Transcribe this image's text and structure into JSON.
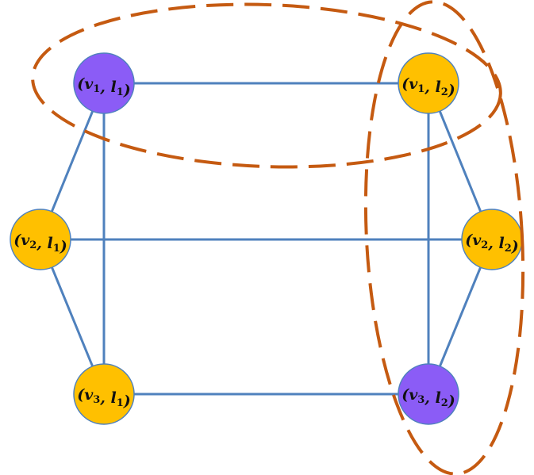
{
  "colors": {
    "edge": "#4f81bd",
    "ring": "#c55a11",
    "node_purple": "#8b5cf6",
    "node_gold": "#ffc000"
  },
  "nodes": [
    {
      "id": "v1l1",
      "var": "v",
      "vi": "1",
      "lbl": "l",
      "li": "1",
      "color": "purple"
    },
    {
      "id": "v1l2",
      "var": "v",
      "vi": "1",
      "lbl": "l",
      "li": "2",
      "color": "gold"
    },
    {
      "id": "v2l1",
      "var": "v",
      "vi": "2",
      "lbl": "l",
      "li": "1",
      "color": "gold"
    },
    {
      "id": "v2l2",
      "var": "v",
      "vi": "2",
      "lbl": "l",
      "li": "2",
      "color": "gold"
    },
    {
      "id": "v3l1",
      "var": "v",
      "vi": "3",
      "lbl": "l",
      "li": "1",
      "color": "gold"
    },
    {
      "id": "v3l2",
      "var": "v",
      "vi": "3",
      "lbl": "l",
      "li": "2",
      "color": "purple"
    }
  ],
  "edges": [
    [
      "v1l1",
      "v1l2"
    ],
    [
      "v2l1",
      "v2l2"
    ],
    [
      "v3l1",
      "v3l2"
    ],
    [
      "v1l1",
      "v2l1"
    ],
    [
      "v1l1",
      "v3l1"
    ],
    [
      "v2l1",
      "v3l1"
    ],
    [
      "v1l2",
      "v2l2"
    ],
    [
      "v1l2",
      "v3l2"
    ],
    [
      "v2l2",
      "v3l2"
    ]
  ],
  "groups": [
    {
      "name": "top-group",
      "members": [
        "v1l1",
        "v1l2"
      ]
    },
    {
      "name": "right-group",
      "members": [
        "v1l2",
        "v3l2"
      ]
    }
  ]
}
